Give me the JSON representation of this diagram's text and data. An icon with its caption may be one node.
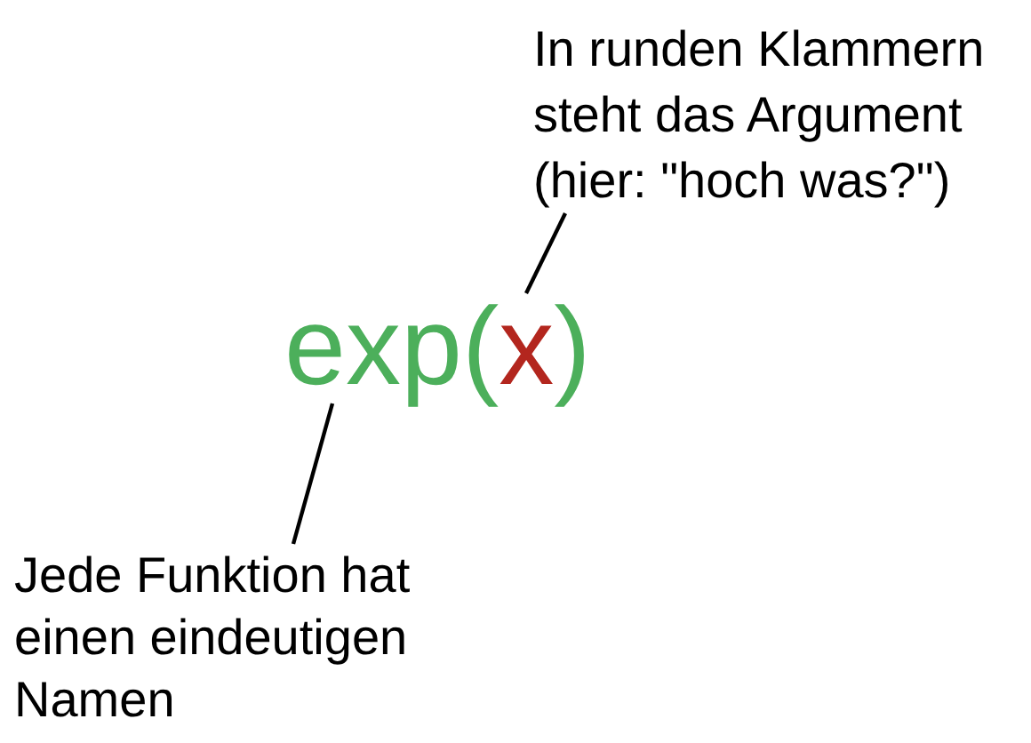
{
  "diagram": {
    "nodes": [
      {
        "text": [
          "In runden Klammern steht das Argument (hier: \"hoch was?\")"
        ]
      },
      {
        "text": [
          "exp"
        ]
      },
      {
        "text": [
          "x"
        ]
      },
      {
        "text": [
          "Jede Funktion hat einen eindeutigen Namen"
        ]
      }
    ],
    "edges": [
      {
        "from": 0,
        "to": 2,
        "arrow": "none"
      },
      {
        "from": 3,
        "to": 1,
        "arrow": "none"
      }
    ],
    "labels": [
      "(",
      ")"
    ]
  }
}
